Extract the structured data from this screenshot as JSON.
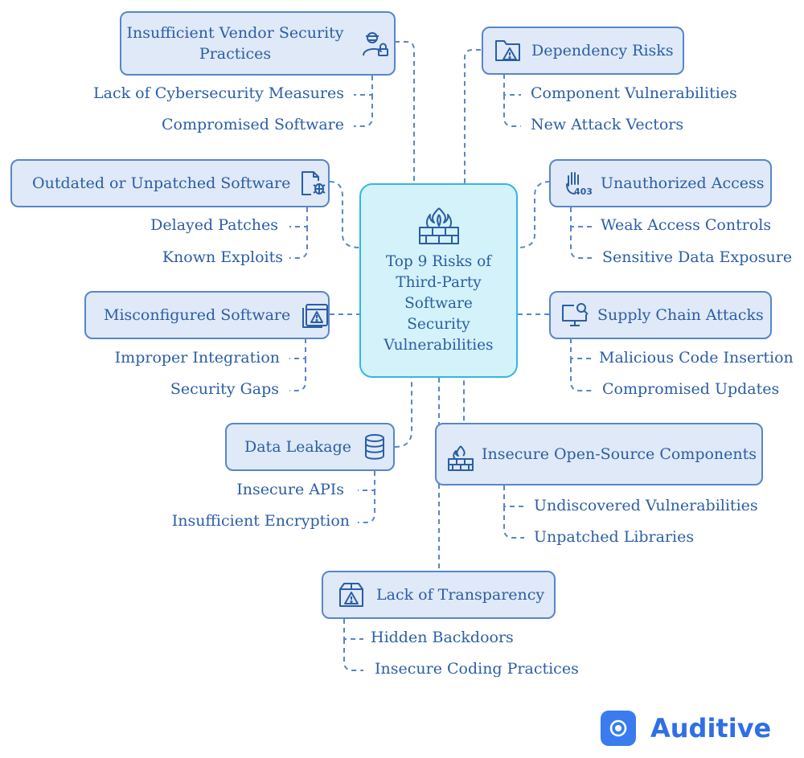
{
  "center": {
    "lines": [
      "Top 9 Risks of",
      "Third-Party",
      "Software",
      "Security",
      "Vulnerabilities"
    ],
    "icon": "firewall-icon"
  },
  "risks": [
    {
      "title": "Insufficient Vendor Security Practices",
      "title_lines": [
        "Insufficient Vendor Security",
        "Practices"
      ],
      "icon": "vendor-user-lock-icon",
      "items": [
        "Lack of Cybersecurity Measures",
        "Compromised Software"
      ]
    },
    {
      "title": "Dependency Risks",
      "icon": "folder-warning-icon",
      "items": [
        "Component Vulnerabilities",
        "New Attack Vectors"
      ]
    },
    {
      "title": "Outdated or Unpatched Software",
      "icon": "file-bug-icon",
      "items": [
        "Delayed Patches",
        "Known Exploits"
      ]
    },
    {
      "title": "Unauthorized Access",
      "icon": "hand-403-icon",
      "items": [
        "Weak Access Controls",
        "Sensitive Data Exposure"
      ]
    },
    {
      "title": "Misconfigured Software",
      "icon": "window-warning-icon",
      "items": [
        "Improper Integration",
        "Security Gaps"
      ]
    },
    {
      "title": "Supply Chain Attacks",
      "icon": "monitor-search-icon",
      "items": [
        "Malicious Code Insertion",
        "Compromised Updates"
      ]
    },
    {
      "title": "Data Leakage",
      "icon": "database-icon",
      "items": [
        "Insecure APIs",
        "Insufficient Encryption"
      ]
    },
    {
      "title": "Insecure Open-Source Components",
      "icon": "firewall-icon",
      "items": [
        "Undiscovered Vulnerabilities",
        "Unpatched Libraries"
      ]
    },
    {
      "title": "Lack of Transparency",
      "icon": "box-warning-icon",
      "items": [
        "Hidden Backdoors",
        "Insecure Coding Practices"
      ]
    }
  ],
  "brand": {
    "name": "Auditive",
    "color": "#2f6fe6"
  },
  "colors": {
    "box_fill": "#dfe9f8",
    "box_border": "#5886c8",
    "center_fill": "#d3f2fa",
    "center_border": "#36b6e4",
    "text": "#2b5ea5"
  }
}
